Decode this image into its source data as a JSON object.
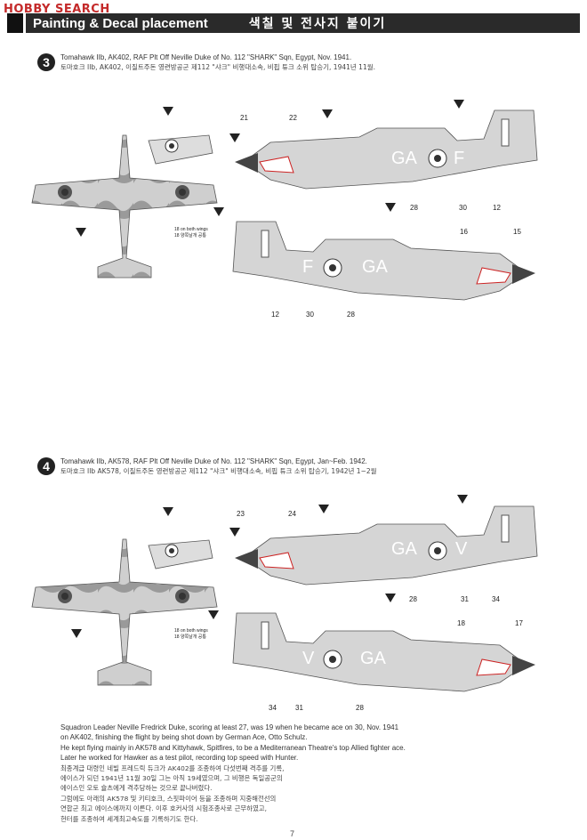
{
  "watermark": "HOBBY SEARCH",
  "header": {
    "title_en": "Painting & Decal placement",
    "title_ko": "색칠 및 전사지 붙이기"
  },
  "sections": [
    {
      "number": "3",
      "caption_en": "Tomahawk IIb, AK402, RAF Plt Off Neville Duke of No. 112  \"SHARK\" Sqn, Egypt, Nov. 1941.",
      "caption_ko": "토마호크 IIb, AK402, 이질트주돈 영련방공군 제112  \"샤크\" 비행대소속, 비핍 튜크 소위 탑승기, 1941년 11월.",
      "wing_note": "18 on both wings",
      "wing_note_ko": "18 양쪽날개 공통",
      "side_labels": [
        "21",
        "22",
        "30",
        "12",
        "28",
        "16",
        "15",
        "12",
        "30",
        "28"
      ],
      "upper_codes": [
        "GA",
        "F"
      ],
      "lower_codes": [
        "F",
        "GA"
      ]
    },
    {
      "number": "4",
      "caption_en": "Tomahawk IIb, AK578, RAF Plt Off Neville Duke of No. 112  \"SHARK\" Sqn, Egypt, Jan~Feb. 1942.",
      "caption_ko": "토마호크 IIb AK578, 이질트주돈 영련방공군 제112  \"샤크\" 비행대소속, 비핍 튜크 소위 탑승기, 1942년 1~2월",
      "wing_note": "18 on both wings",
      "wing_note_ko": "18 양쪽날개 공통",
      "side_labels": [
        "23",
        "24",
        "28",
        "31",
        "34",
        "18",
        "17",
        "34",
        "31",
        "28"
      ],
      "upper_codes": [
        "GA",
        "V"
      ],
      "lower_codes": [
        "V",
        "GA"
      ]
    }
  ],
  "story": {
    "en": [
      "Squadron Leader Neville Fredrick Duke, scoring at least 27, was 19 when  he became ace on 30, Nov. 1941",
      "on AK402, finishing the flight by  being shot down by German Ace, Otto Schulz.",
      "He kept flying mainly in AK578 and Kittyhawk, Spitfires, to be a Mediterranean Theatre's top Allied fighter ace.",
      "Later he worked for Hawker as a test pilot, recording top speed with Hunter."
    ],
    "ko": [
      "최종계급 대령인 네빌 프레드릭 듀크가 AK402를 조종하여 다섯번째 격추를 기록,",
      "에이스가 되던 1941년 11월 30일 그는 아직 19세였으며, 그 비행은 독일공군의",
      "에이스인 오토 슐츠에게 격추당하는 것으로 끝나버렸다.",
      "그럼에도 아래의 AK578 및 키티호크, 스핏파이어 등을 조종하며 지중해전선의",
      "연합군 최고 에이스에까지 이른다. 이후 호커사의 시험조종사로 근무하였고,",
      "헌터를 조종하여 세계최고속도를 기록하기도 한다."
    ]
  },
  "page_number": "7"
}
